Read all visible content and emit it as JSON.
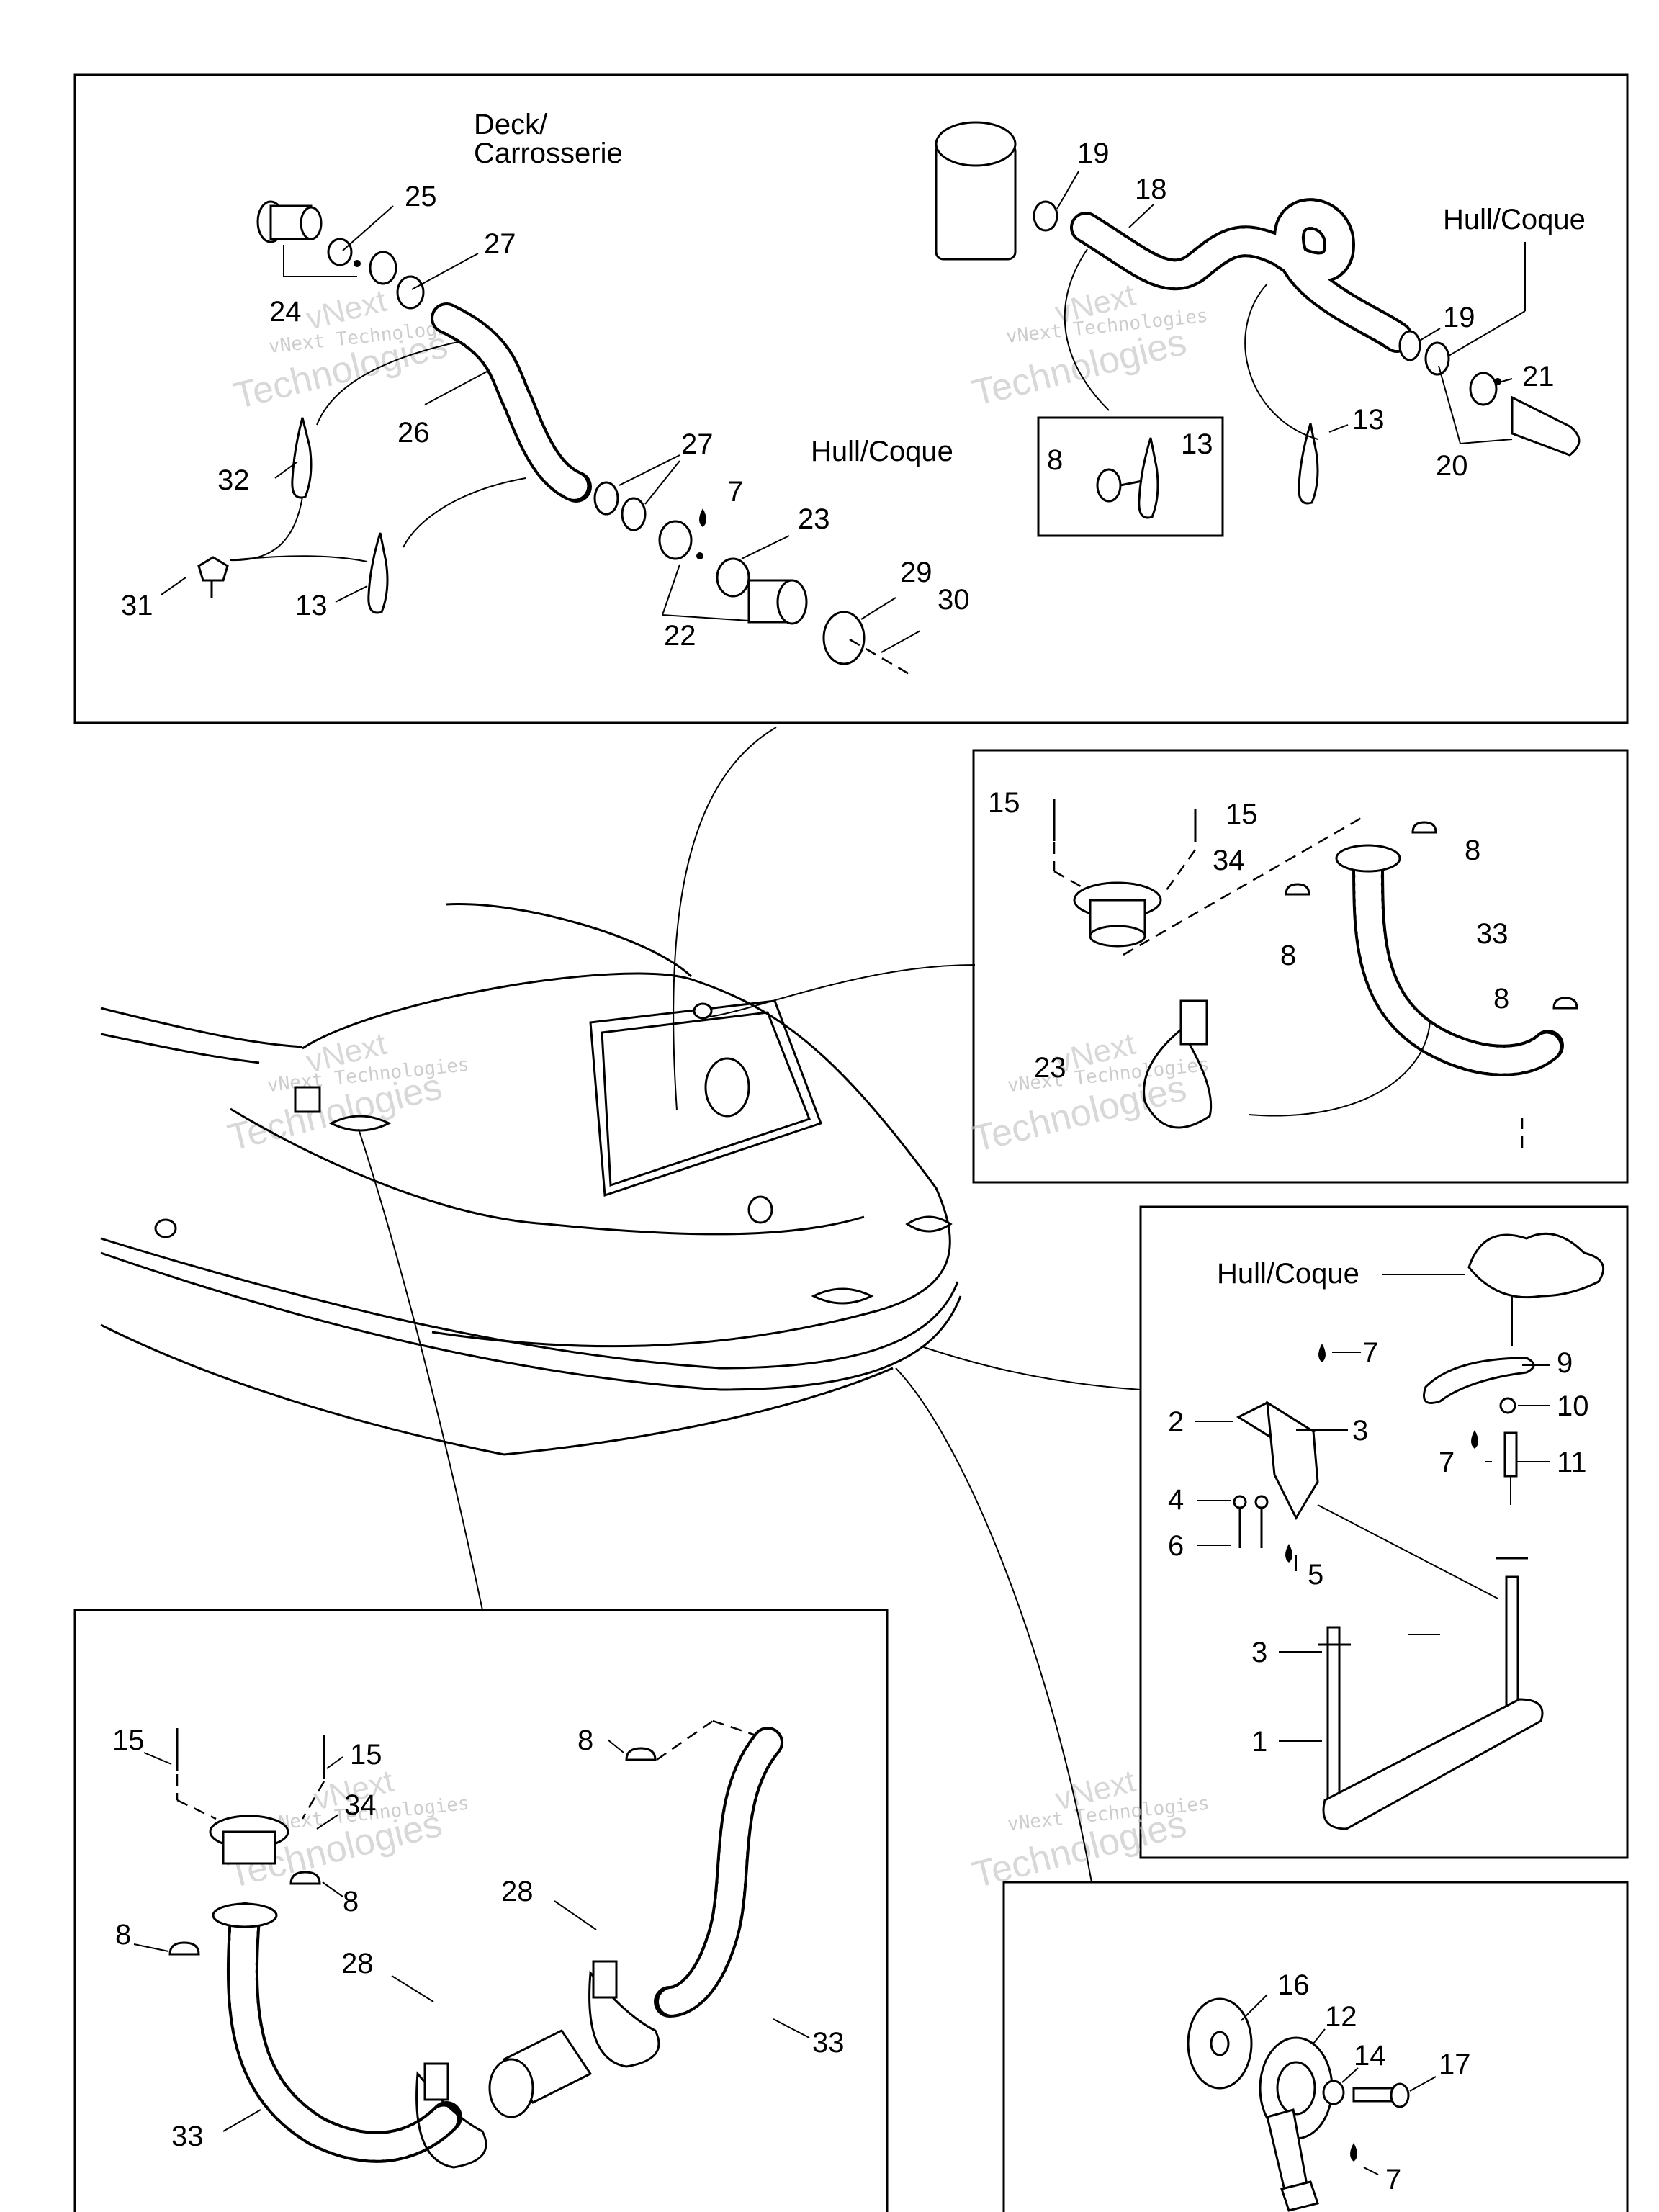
{
  "panels": {
    "top_left": {
      "headings": [
        "Deck/\nCarrosserie",
        "Hull/Coque"
      ],
      "callouts": [
        "25",
        "27",
        "24",
        "26",
        "32",
        "31",
        "13",
        "27",
        "7",
        "23",
        "29",
        "30",
        "22"
      ]
    },
    "top_right": {
      "heading": "Hull/Coque",
      "callouts": [
        "19",
        "18",
        "19",
        "21",
        "20",
        "13",
        "8",
        "13"
      ]
    },
    "middle_right": {
      "callouts": [
        "15",
        "15",
        "34",
        "8",
        "8",
        "33",
        "8",
        "23"
      ]
    },
    "right": {
      "heading": "Hull/Coque",
      "callouts": [
        "7",
        "9",
        "2",
        "3",
        "10",
        "7",
        "11",
        "4",
        "6",
        "5",
        "3",
        "1"
      ]
    },
    "bottom_left": {
      "callouts": [
        "15",
        "15",
        "34",
        "8",
        "8",
        "8",
        "28",
        "28",
        "33",
        "33"
      ]
    },
    "bottom_right": {
      "callouts": [
        "16",
        "12",
        "14",
        "17",
        "7"
      ]
    }
  },
  "watermark": {
    "line1": "vNext",
    "line2": "vNext Technologies",
    "line3": "Technologies"
  }
}
